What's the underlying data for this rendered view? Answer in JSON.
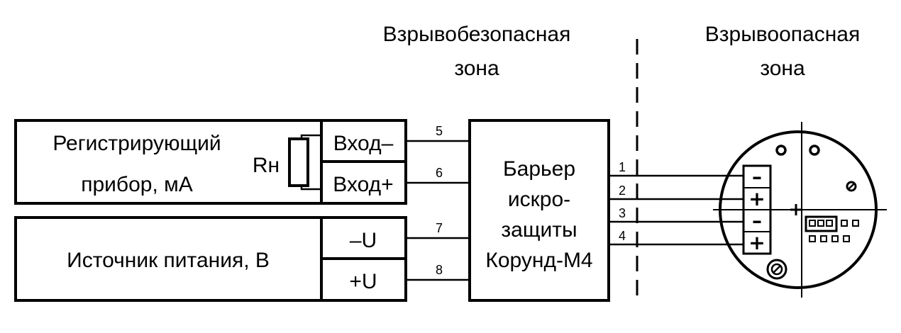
{
  "zones": {
    "safe_line1": "Взрывобезопасная",
    "safe_line2": "зона",
    "hazard_line1": "Взрывоопасная",
    "hazard_line2": "зона"
  },
  "recorder": {
    "line1": "Регистрирующий",
    "line2": "прибор, мА",
    "resistor": "Rн",
    "input_minus": "Вход–",
    "input_plus": "Вход+"
  },
  "power": {
    "label": "Источник питания, В",
    "minus": "–U",
    "plus": "+U"
  },
  "barrier": {
    "line1": "Барьер",
    "line2": "искро-",
    "line3": "защиты",
    "line4": "Корунд-М4"
  },
  "wires": {
    "w1": "1",
    "w2": "2",
    "w3": "3",
    "w4": "4",
    "w5": "5",
    "w6": "6",
    "w7": "7",
    "w8": "8"
  },
  "sensor": {
    "t1": "–",
    "t2": "+",
    "t3": "–",
    "t4": "+"
  }
}
